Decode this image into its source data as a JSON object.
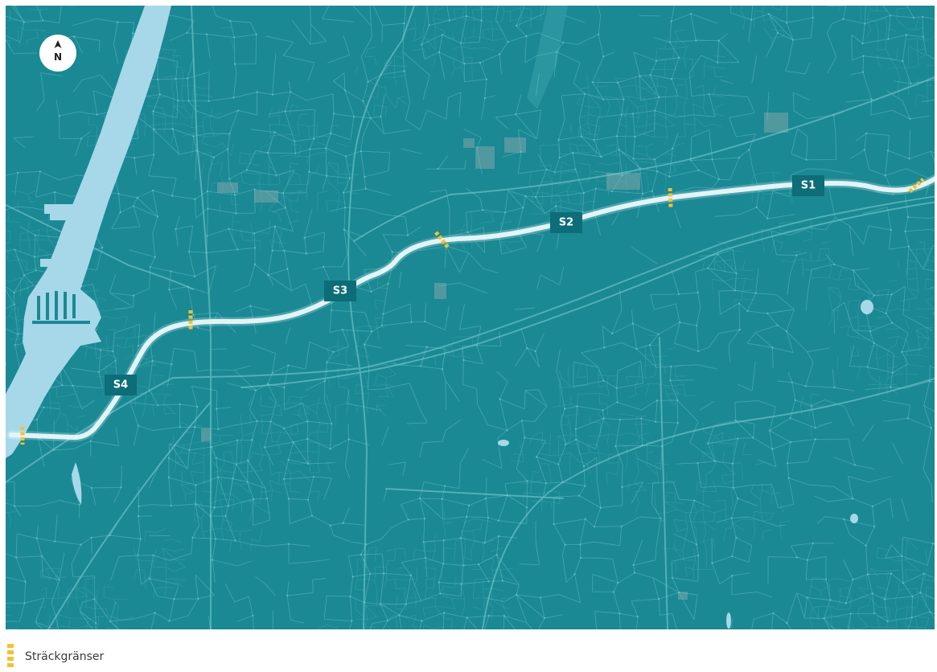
{
  "map": {
    "colors": {
      "background": "#1a8994",
      "water": "#a6d8ea",
      "route": "#e2f4f7",
      "segment_label_bg": "#0d6d78",
      "section_boundary": "#f3c233",
      "streets": "#7cc9d1",
      "buildings": "#5f9ca1",
      "park": "#3aa0a9"
    },
    "north_arrow": {
      "label": "N",
      "icon": "north-arrow-icon"
    },
    "segments": [
      {
        "label": "S1"
      },
      {
        "label": "S2"
      },
      {
        "label": "S3"
      },
      {
        "label": "S4"
      }
    ],
    "section_boundary_icon": "dashed-boundary-icon"
  },
  "legend": {
    "items": [
      {
        "label": "Sträckgränser",
        "icon": "dashed-boundary-icon",
        "color": "#f3c233"
      }
    ]
  }
}
